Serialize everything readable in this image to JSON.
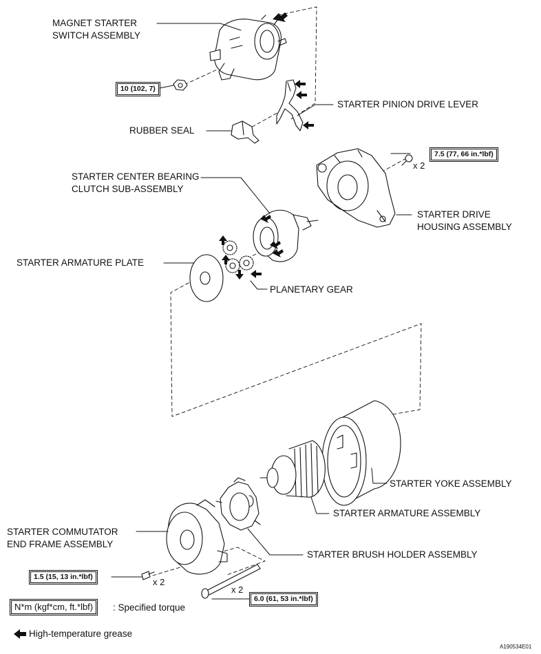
{
  "labels": {
    "magnet_switch_1": "MAGNET STARTER",
    "magnet_switch_2": "SWITCH ASSEMBLY",
    "drive_lever": "STARTER PINION DRIVE LEVER",
    "rubber_seal": "RUBBER SEAL",
    "clutch_1": "STARTER CENTER BEARING",
    "clutch_2": "CLUTCH SUB-ASSEMBLY",
    "drive_housing_1": "STARTER DRIVE",
    "drive_housing_2": "HOUSING ASSEMBLY",
    "armature_plate": "STARTER ARMATURE PLATE",
    "planetary_gear": "PLANETARY GEAR",
    "yoke": "STARTER YOKE ASSEMBLY",
    "armature": "STARTER ARMATURE ASSEMBLY",
    "end_frame_1": "STARTER COMMUTATOR",
    "end_frame_2": "END FRAME ASSEMBLY",
    "brush_holder": "STARTER BRUSH HOLDER ASSEMBLY"
  },
  "torques": {
    "nut": "10 (102, 7)",
    "housing_bolt": "7.5 (77, 66 in.*lbf)",
    "screw": "1.5 (15, 13 in.*lbf)",
    "through_bolt": "6.0 (61, 53 in.*lbf)"
  },
  "quantities": {
    "housing_bolt": "x 2",
    "screw": "x 2",
    "through_bolt": "x 2"
  },
  "legend": {
    "torque_units": "N*m (kgf*cm, ft.*lbf)",
    "torque_text": ": Specified torque",
    "grease_text": "High-temperature grease"
  },
  "figure_code": "A190534E01",
  "colors": {
    "line": "#111111",
    "background": "#ffffff"
  },
  "icons": {
    "grease_marker": "arrow-left-icon"
  }
}
